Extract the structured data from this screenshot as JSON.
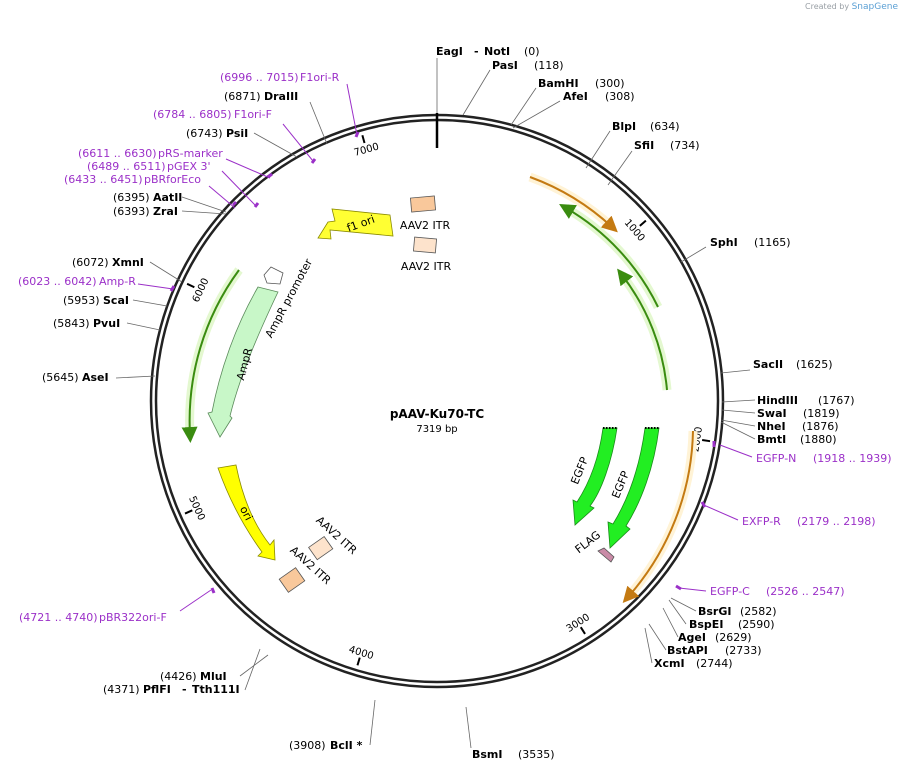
{
  "credit": {
    "prefix": "Created by",
    "brand": "SnapGene"
  },
  "plasmid": {
    "name": "pAAV-Ku70-TC",
    "size_label": "7319 bp",
    "length": 7319
  },
  "tick_labels": [
    "1000",
    "2000",
    "3000",
    "4000",
    "5000",
    "6000",
    "7000"
  ],
  "restriction_sites": [
    {
      "name": "EagI",
      "name2": "NotI",
      "pos": "(0)"
    },
    {
      "name": "PasI",
      "pos": "(118)"
    },
    {
      "name": "BamHI",
      "pos": "(300)"
    },
    {
      "name": "AfeI",
      "pos": "(308)"
    },
    {
      "name": "BlpI",
      "pos": "(634)"
    },
    {
      "name": "SfiI",
      "pos": "(734)"
    },
    {
      "name": "SphI",
      "pos": "(1165)"
    },
    {
      "name": "SacII",
      "pos": "(1625)"
    },
    {
      "name": "HindIII",
      "pos": "(1767)"
    },
    {
      "name": "SwaI",
      "pos": "(1819)"
    },
    {
      "name": "NheI",
      "pos": "(1876)"
    },
    {
      "name": "BmtI",
      "pos": "(1880)"
    },
    {
      "name": "BsrGI",
      "pos": "(2582)"
    },
    {
      "name": "BspEI",
      "pos": "(2590)"
    },
    {
      "name": "AgeI",
      "pos": "(2629)"
    },
    {
      "name": "BstAPI",
      "pos": "(2733)"
    },
    {
      "name": "XcmI",
      "pos": "(2744)"
    },
    {
      "name": "BsmI",
      "pos": "(3535)"
    },
    {
      "name": "BclI *",
      "pos": "(3908)"
    },
    {
      "name": "MluI",
      "pos": "(4426)"
    },
    {
      "name": "PflFI",
      "name2": "Tth111I",
      "pos": "(4371)"
    },
    {
      "name": "AseI",
      "pos": "(5645)"
    },
    {
      "name": "PvuI",
      "pos": "(5843)"
    },
    {
      "name": "ScaI",
      "pos": "(5953)"
    },
    {
      "name": "XmnI",
      "pos": "(6072)"
    },
    {
      "name": "AatII",
      "pos": "(6395)"
    },
    {
      "name": "ZraI",
      "pos": "(6393)"
    },
    {
      "name": "PsiI",
      "pos": "(6743)"
    },
    {
      "name": "DraIII",
      "pos": "(6871)"
    }
  ],
  "primers": [
    {
      "name": "F1ori-R",
      "range": "(6996 .. 7015)"
    },
    {
      "name": "F1ori-F",
      "range": "(6784 .. 6805)"
    },
    {
      "name": "pRS-marker",
      "range": "(6611 .. 6630)"
    },
    {
      "name": "pGEX 3'",
      "range": "(6489 .. 6511)"
    },
    {
      "name": "pBRforEco",
      "range": "(6433 .. 6451)"
    },
    {
      "name": "Amp-R",
      "range": "(6023 .. 6042)"
    },
    {
      "name": "EGFP-N",
      "range": "(1918 .. 1939)"
    },
    {
      "name": "EXFP-R",
      "range": "(2179 .. 2198)"
    },
    {
      "name": "EGFP-C",
      "range": "(2526 .. 2547)"
    },
    {
      "name": "pBR322ori-F",
      "range": "(4721 .. 4740)"
    }
  ],
  "features": [
    {
      "name": "f1 ori"
    },
    {
      "name": "AAV2 ITR"
    },
    {
      "name": "AAV2 ITR"
    },
    {
      "name": "AmpR promoter"
    },
    {
      "name": "AmpR"
    },
    {
      "name": "ori"
    },
    {
      "name": "AAV2 ITR"
    },
    {
      "name": "AAV2 ITR"
    },
    {
      "name": "EGFP"
    },
    {
      "name": "EGFP"
    },
    {
      "name": "FLAG"
    }
  ],
  "colors": {
    "backbone": "#222222",
    "primer": "#9b30c8",
    "orf_orange": "#e8a23a",
    "orf_green": "#4caf1a",
    "f1ori": "#ffff00",
    "ampr": "#c8f7c8",
    "egfp": "#22ee22",
    "itr": "#f9c89b",
    "flag": "#c98aa6"
  }
}
